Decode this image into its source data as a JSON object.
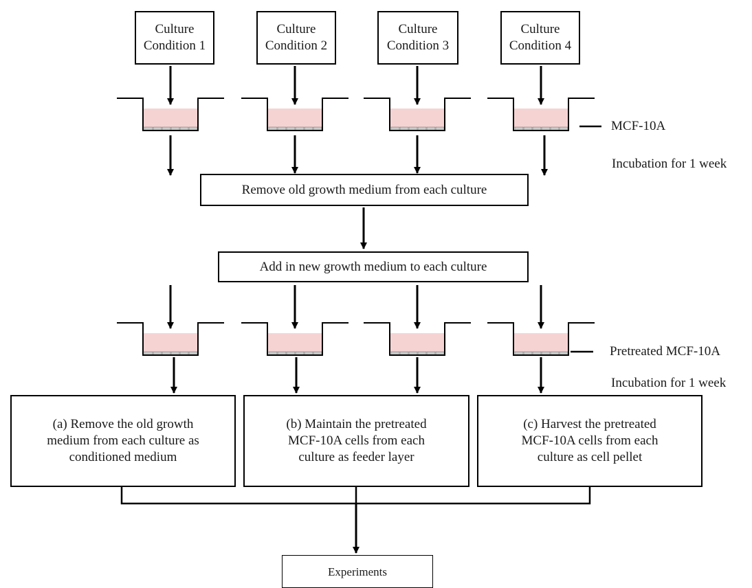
{
  "conditions": [
    {
      "label": "Culture\nCondition 1"
    },
    {
      "label": "Culture\nCondition 2"
    },
    {
      "label": "Culture\nCondition 3"
    },
    {
      "label": "Culture\nCondition 4"
    }
  ],
  "labels": {
    "cells_first": "MCF-10A",
    "incubation_first": "Incubation for 1 week",
    "cells_second": "Pretreated MCF-10A",
    "incubation_second": "Incubation for 1 week"
  },
  "steps": {
    "remove_medium": "Remove old growth medium from each culture",
    "add_medium": "Add in new growth medium to each culture"
  },
  "outcomes": [
    {
      "label": "(a) Remove the old growth\nmedium from each culture as\nconditioned medium"
    },
    {
      "label": "(b) Maintain the pretreated\nMCF-10A cells from each\nculture as feeder layer"
    },
    {
      "label": "(c) Harvest the pretreated\nMCF-10A cells from each\nculture as cell pellet"
    }
  ],
  "final": {
    "label": "Experiments"
  },
  "colors": {
    "medium": "#f6d3d3",
    "cells": "#c8c8c8",
    "line": "#000000"
  }
}
